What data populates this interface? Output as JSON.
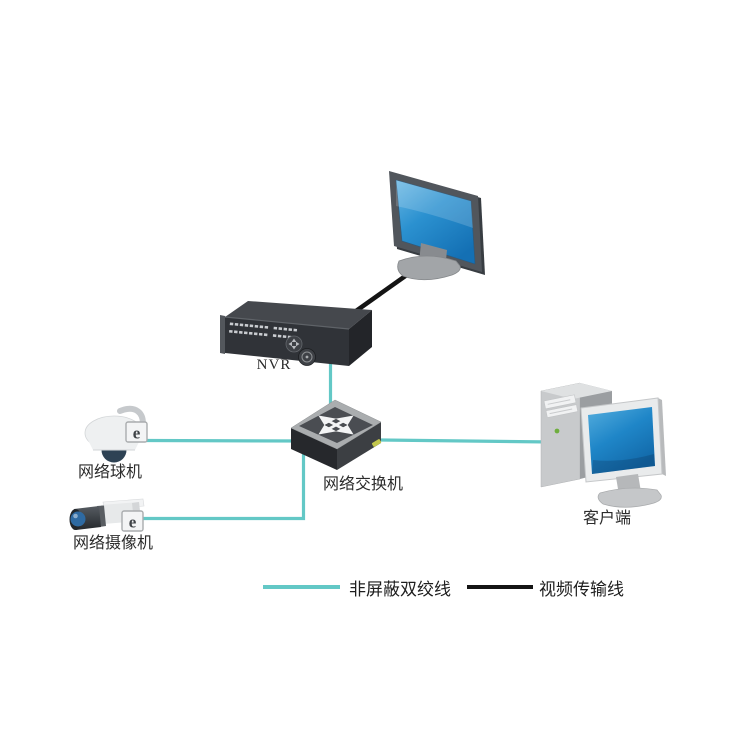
{
  "nodes": {
    "nvr": {
      "label": "NVR"
    },
    "switch": {
      "label": "网络交换机"
    },
    "dome_camera": {
      "label": "网络球机"
    },
    "box_camera": {
      "label": "网络摄像机"
    },
    "client": {
      "label": "客户端"
    }
  },
  "badges": {
    "ethernet_glyph": "e"
  },
  "legend": {
    "utp": {
      "label": "非屏蔽双绞线",
      "color": "#63c8c6"
    },
    "video": {
      "label": "视频传输线",
      "color": "#141414"
    }
  },
  "connections": [
    {
      "from": "dome_camera",
      "to": "switch",
      "type": "utp"
    },
    {
      "from": "box_camera",
      "to": "switch",
      "type": "utp"
    },
    {
      "from": "nvr",
      "to": "switch",
      "type": "utp"
    },
    {
      "from": "switch",
      "to": "client",
      "type": "utp"
    },
    {
      "from": "nvr",
      "to": "monitor",
      "type": "video"
    }
  ],
  "colors": {
    "utp_line": "#63c8c6",
    "video_line": "#141414",
    "screen_blue": "#1e86c8"
  }
}
